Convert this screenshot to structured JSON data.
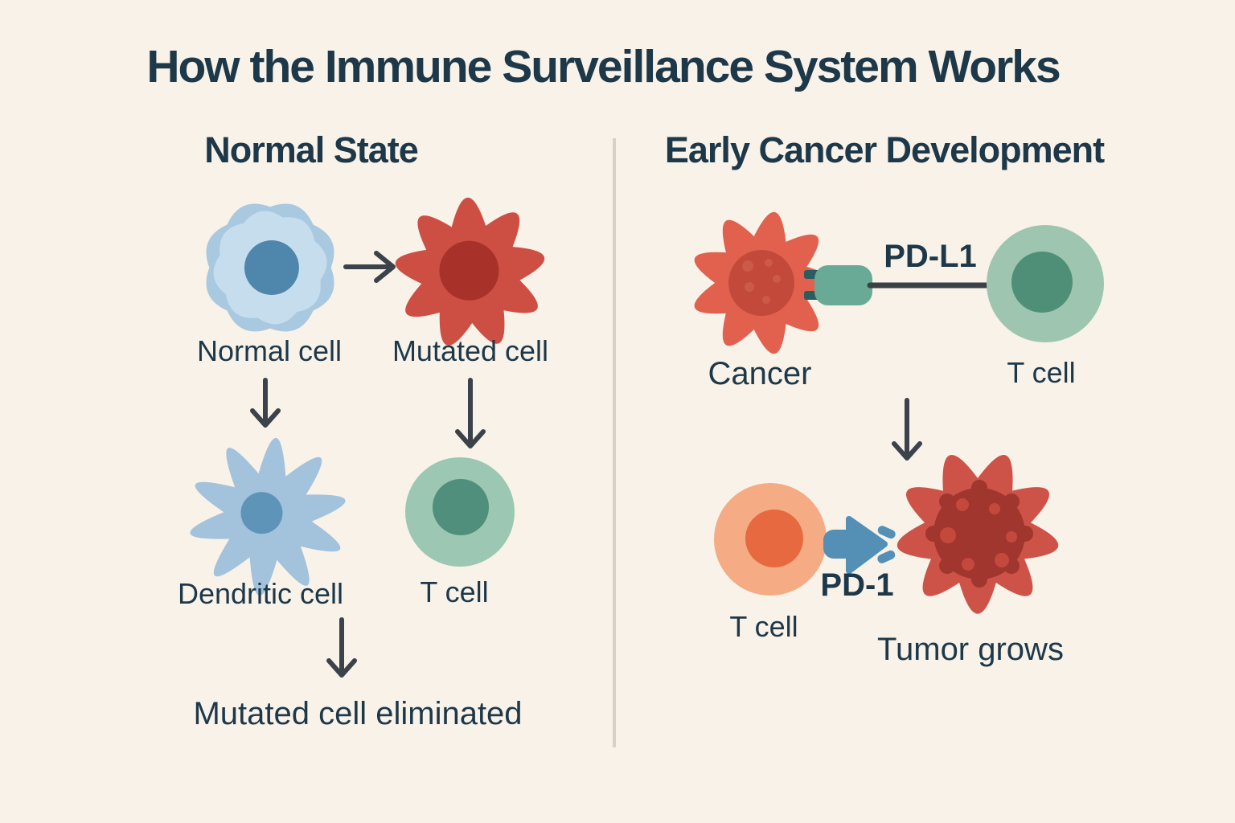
{
  "title": "How the Immune Surveillance System Works",
  "palette": {
    "background": "#f9f2e9",
    "ink": "#1d3849",
    "arrow": "#3b424a",
    "divider": "#d6d2cb",
    "blue_cell_body": "#a9c9e0",
    "blue_cell_inner": "#c6dded",
    "blue_nucleus": "#4e86ac",
    "dendritic_body": "#a3c2dc",
    "dendritic_nucleus": "#5e94b8",
    "red_cell_body": "#cd4f43",
    "red_nucleus": "#a83129",
    "cancer_body": "#e2614e",
    "cancer_nucleus": "#c34a3a",
    "cancer_spot": "#cd5948",
    "tumor_body": "#cd5348",
    "tumor_nucleus": "#a0362e",
    "tumor_spot": "#c4493c",
    "green_cell_body": "#9cc7b2",
    "green_nucleus": "#4f8f7b",
    "green_cell_body_right": "#9dc5af",
    "green_nucleus_right": "#4f8f78",
    "orange_cell_body": "#f5ab83",
    "orange_nucleus": "#e7693f",
    "teal_connector": "#68aa95",
    "teal_clip": "#2b5c60",
    "pd1_blue": "#548fb5",
    "link_line": "#3a4147"
  },
  "left_panel": {
    "heading": "Normal State",
    "normal_cell_label": "Normal cell",
    "mutated_cell_label": "Mutated cell",
    "dendritic_cell_label": "Dendritic cell",
    "t_cell_label": "T cell",
    "outcome_label": "Mutated cell eliminated"
  },
  "right_panel": {
    "heading": "Early Cancer Development",
    "cancer_label": "Cancer",
    "t_cell_top_label": "T cell",
    "pd_l1_label": "PD-L1",
    "pd_1_label": "PD-1",
    "t_cell_bottom_label": "T cell",
    "outcome_label": "Tumor grows"
  }
}
